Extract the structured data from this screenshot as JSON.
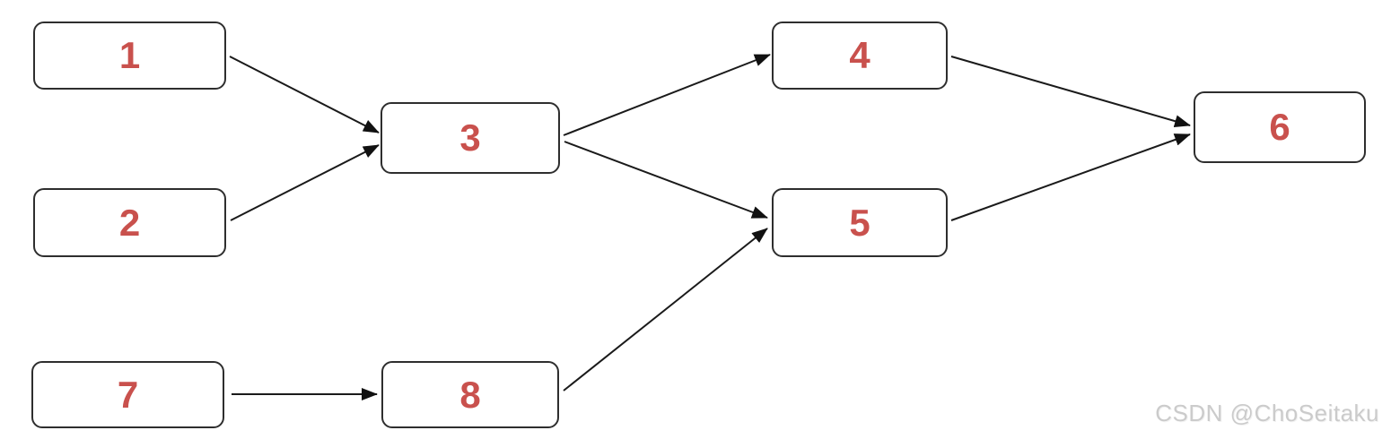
{
  "diagram": {
    "type": "directed-graph",
    "nodes": [
      {
        "id": "1",
        "label": "1"
      },
      {
        "id": "2",
        "label": "2"
      },
      {
        "id": "3",
        "label": "3"
      },
      {
        "id": "4",
        "label": "4"
      },
      {
        "id": "5",
        "label": "5"
      },
      {
        "id": "6",
        "label": "6"
      },
      {
        "id": "7",
        "label": "7"
      },
      {
        "id": "8",
        "label": "8"
      }
    ],
    "edges": [
      {
        "from": "1",
        "to": "3"
      },
      {
        "from": "2",
        "to": "3"
      },
      {
        "from": "3",
        "to": "4"
      },
      {
        "from": "3",
        "to": "5"
      },
      {
        "from": "4",
        "to": "6"
      },
      {
        "from": "5",
        "to": "6"
      },
      {
        "from": "7",
        "to": "8"
      },
      {
        "from": "8",
        "to": "5"
      }
    ],
    "colors": {
      "node_label": "#c9514d",
      "node_border": "#2e2e2e",
      "node_fill": "#ffffff",
      "edge": "#1a1a1a",
      "canvas_bg": "#ffffff",
      "watermark": "#cbcbcb"
    }
  },
  "watermark": {
    "text": "CSDN @ChoSeitaku"
  }
}
